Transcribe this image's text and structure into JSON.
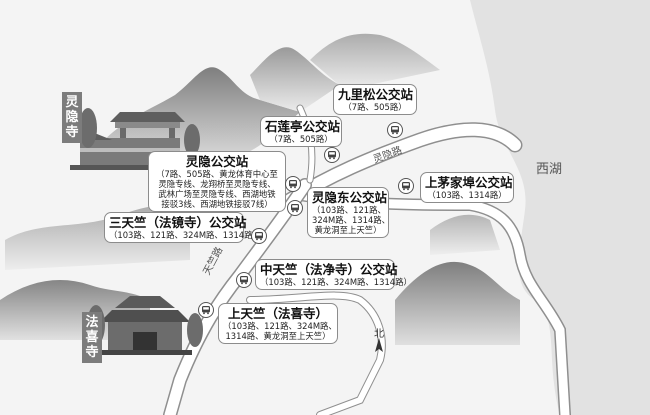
{
  "temples": {
    "lingyin": {
      "label": "灵隐寺"
    },
    "faxi": {
      "label": "法喜寺"
    }
  },
  "lake": {
    "label": "西湖"
  },
  "roads": {
    "lingyin_road": "灵隐路",
    "tianzhu_road": "天竺路"
  },
  "north_label": "北",
  "stations": [
    {
      "name": "九里松公交站",
      "routes": [
        "（7路、505路）"
      ]
    },
    {
      "name": "石莲亭公交站",
      "routes": [
        "（7路、505路）"
      ]
    },
    {
      "name": "灵隐公交站",
      "routes": [
        "（7路、505路、黄龙体育中心至",
        "灵隐专线、龙翔桥至灵隐专线、",
        "武林广场至灵隐专线、西湖地铁",
        "接驳3线、西湖地铁接驳7线）"
      ]
    },
    {
      "name": "上茅家埠公交站",
      "routes": [
        "（103路、1314路）"
      ]
    },
    {
      "name": "灵隐东公交站",
      "routes": [
        "（103路、121路、",
        "324M路、1314路、",
        "黄龙洞至上天竺）"
      ]
    },
    {
      "name": "三天竺（法镜寺）公交站",
      "routes": [
        "（103路、121路、324M路、1314路）"
      ]
    },
    {
      "name": "中天竺（法净寺）公交站",
      "routes": [
        "（103路、121路、324M路、1314路）"
      ]
    },
    {
      "name": "上天竺（法喜寺）",
      "routes": [
        "（103路、121路、324M路、",
        "1314路、黄龙洞至上天竺）"
      ]
    }
  ],
  "colors": {
    "road": "#ffffff",
    "road_edge": "#8f8f8f",
    "mountain": "#8a8a8a",
    "lake": "#e2e2e2",
    "label_bg": "#7c7c7c"
  }
}
